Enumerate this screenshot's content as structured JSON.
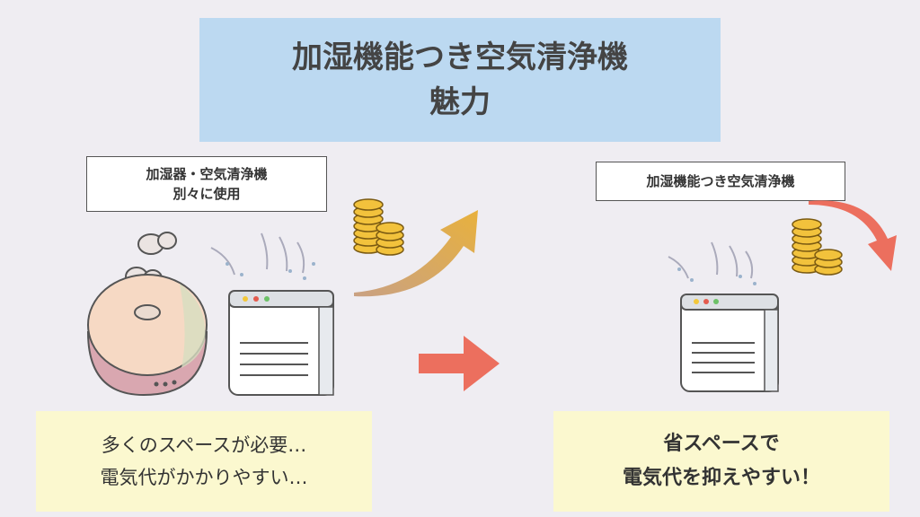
{
  "title": {
    "line1": "加湿機能つき空気清浄機",
    "line2": "魅力"
  },
  "left": {
    "label_line1": "加湿器・空気清浄機",
    "label_line2": "別々に使用",
    "note_line1": "多くのスペースが必要…",
    "note_line2": "電気代がかかりやすい…"
  },
  "right": {
    "label": "加湿機能つき空気清浄機",
    "note_line1": "省スペースで",
    "note_line2": "電気代を抑えやすい！"
  },
  "colors": {
    "title_bg": "#bcd9f1",
    "note_bg": "#fbf8cf",
    "center_arrow": "#ec6f5e",
    "curve_down_arrow": "#ec6f5e",
    "curve_up_arrow": "#e3a94a",
    "coin": "#f2c23c"
  },
  "icons": {
    "humidifier": "humidifier-icon",
    "purifier": "air-purifier-icon",
    "coins": "coin-stack-icon",
    "arrow_up": "rising-cost-arrow-icon",
    "arrow_down": "falling-cost-arrow-icon",
    "arrow_right": "right-arrow-icon"
  }
}
